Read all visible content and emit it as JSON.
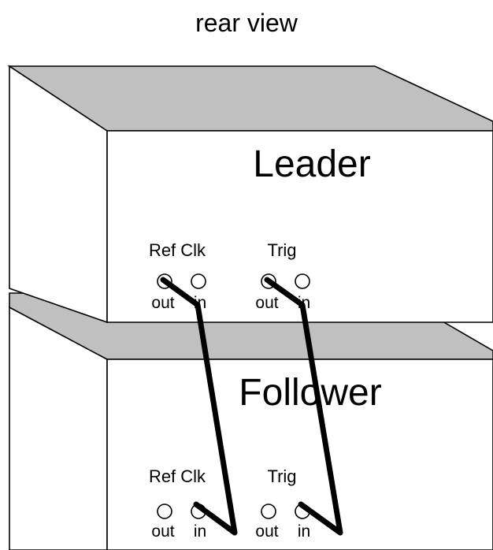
{
  "title": "rear view",
  "colors": {
    "top_face": "#c0c0c0",
    "outline": "#000000",
    "face": "#ffffff",
    "cable": "#000000"
  },
  "units": [
    {
      "id": "leader",
      "name": "Leader",
      "groups": [
        {
          "label": "Ref Clk",
          "ports": [
            "out",
            "in"
          ]
        },
        {
          "label": "Trig",
          "ports": [
            "out",
            "in"
          ]
        }
      ]
    },
    {
      "id": "follower",
      "name": "Follower",
      "groups": [
        {
          "label": "Ref Clk",
          "ports": [
            "out",
            "in"
          ]
        },
        {
          "label": "Trig",
          "ports": [
            "out",
            "in"
          ]
        }
      ]
    }
  ],
  "cables": [
    {
      "from": "Leader Ref Clk out",
      "to": "Follower Ref Clk in"
    },
    {
      "from": "Leader Trig out",
      "to": "Follower Trig in"
    }
  ]
}
